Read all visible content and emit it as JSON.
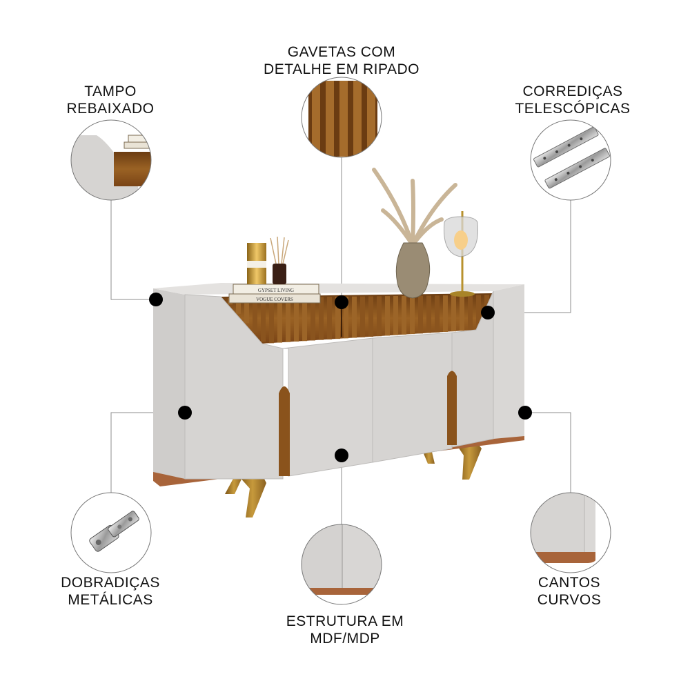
{
  "callouts": {
    "tampo": {
      "line1": "TAMPO",
      "line2": "REBAIXADO"
    },
    "gavetas": {
      "line1": "GAVETAS COM",
      "line2": "DETALHE EM RIPADO"
    },
    "corredicas": {
      "line1": "CORREDIÇAS",
      "line2": "TELESCÓPICAS"
    },
    "dobradicas": {
      "line1": "DOBRADIÇAS",
      "line2": "METÁLICAS"
    },
    "estrutura": {
      "line1": "ESTRUTURA EM",
      "line2": "MDF/MDP"
    },
    "cantos": {
      "line1": "CANTOS",
      "line2": "CURVOS"
    }
  },
  "books": {
    "top": "GYPSET LIVING",
    "bottom": "VOGUE COVERS"
  },
  "colors": {
    "body": "#d6d4d2",
    "wood": "#8a531c",
    "wood_dark": "#4e2a0c",
    "brass": "#b8922e",
    "copper": "#a8643a",
    "line": "#8c8c8c",
    "dot": "#000000"
  }
}
